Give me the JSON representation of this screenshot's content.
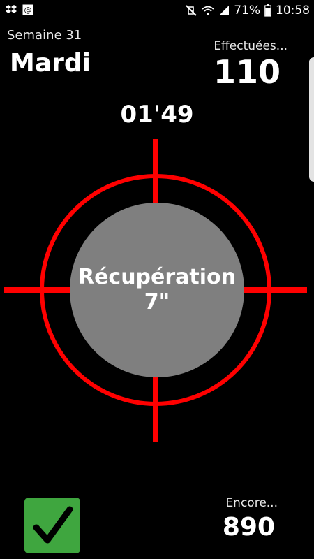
{
  "status_bar": {
    "icons_left": [
      "dropbox-icon",
      "email-icon"
    ],
    "icons_right": [
      "vibrate-icon",
      "wifi-icon",
      "signal-icon"
    ],
    "battery": "71%",
    "time": "10:58"
  },
  "header": {
    "week": "Semaine 31",
    "day": "Mardi",
    "done_label": "Effectuées...",
    "done_count": "110"
  },
  "timer": "01'49",
  "target": {
    "title": "Récupération",
    "value": "7\"",
    "colors": {
      "crosshair": "#ff0000",
      "center": "#7f7f7f"
    }
  },
  "footer": {
    "confirm_icon": "checkmark-icon",
    "confirm_color": "#3fa63f",
    "remaining_label": "Encore...",
    "remaining_count": "890"
  }
}
